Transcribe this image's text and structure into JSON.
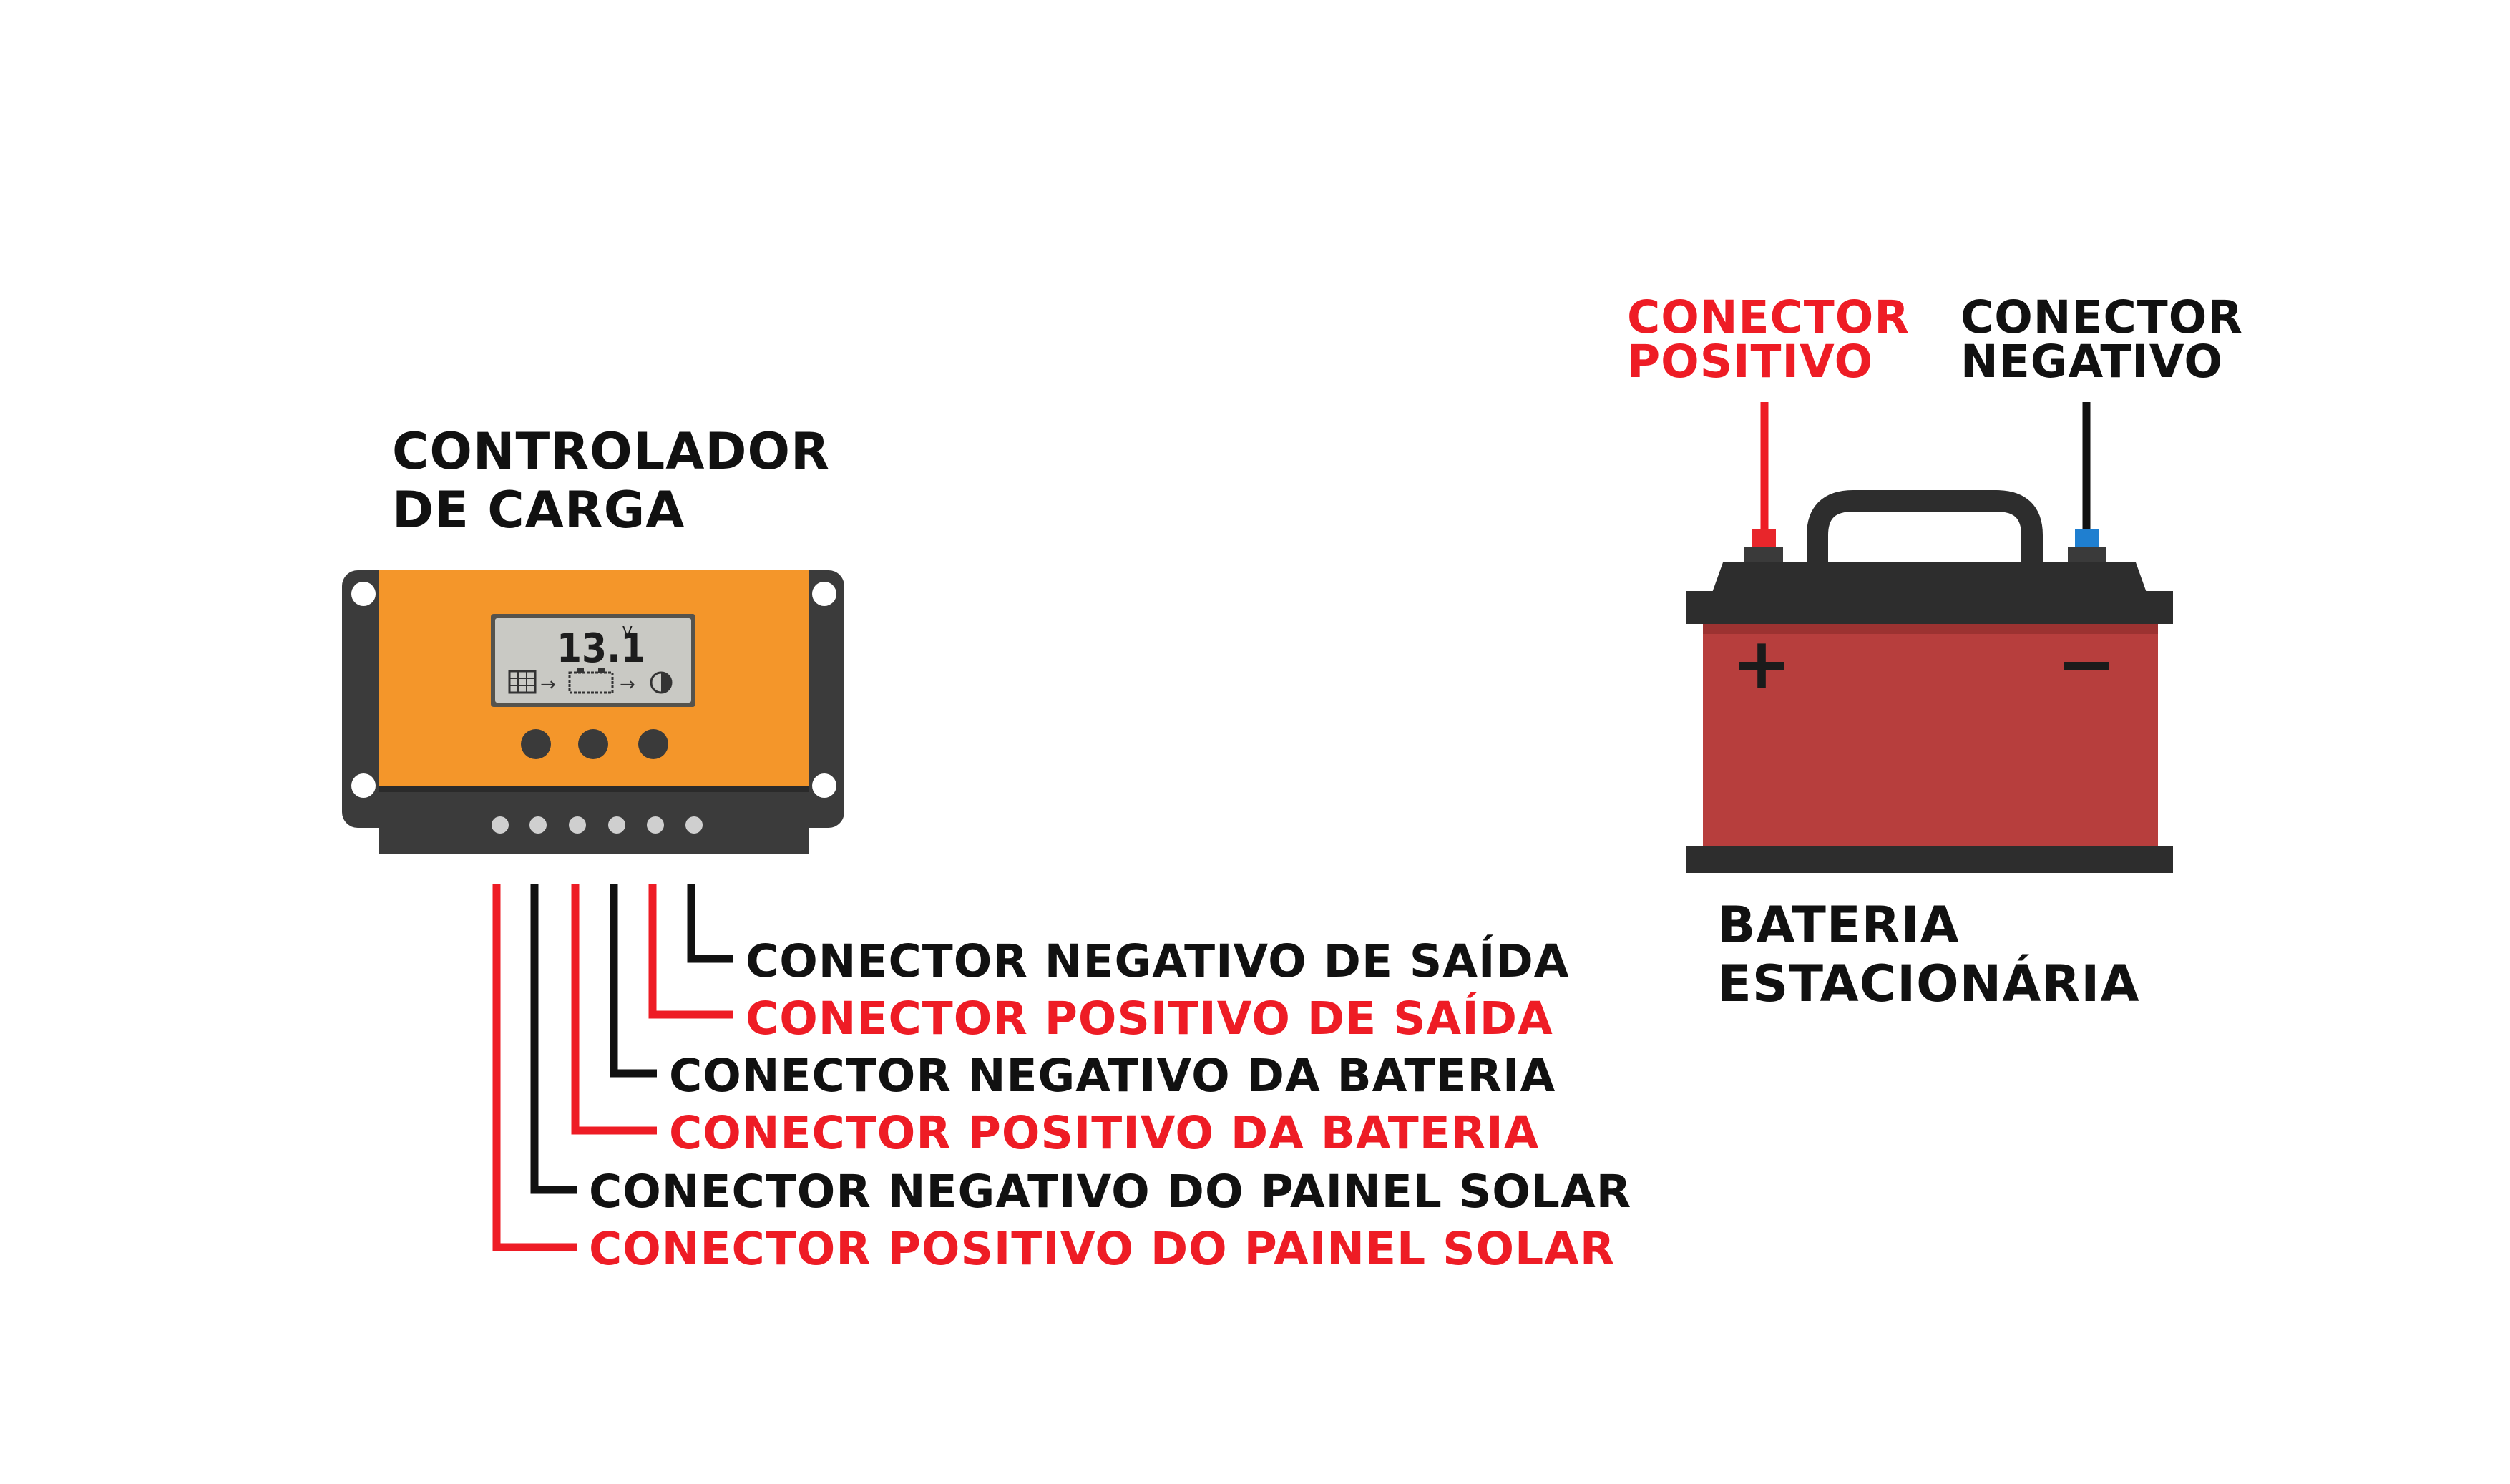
{
  "controller": {
    "title_line1": "CONTROLADOR",
    "title_line2": "DE CARGA",
    "display_value": "13.1",
    "display_unit": "V"
  },
  "connectors": [
    {
      "label": "CONECTOR NEGATIVO DE SAÍDA",
      "polarity": "negative"
    },
    {
      "label": "CONECTOR POSITIVO DE SAÍDA",
      "polarity": "positive"
    },
    {
      "label": "CONECTOR NEGATIVO DA BATERIA",
      "polarity": "negative"
    },
    {
      "label": "CONECTOR POSITIVO DA BATERIA",
      "polarity": "positive"
    },
    {
      "label": "CONECTOR NEGATIVO DO PAINEL SOLAR",
      "polarity": "negative"
    },
    {
      "label": "CONECTOR POSITIVO DO PAINEL SOLAR",
      "polarity": "positive"
    }
  ],
  "battery": {
    "title_line1": "BATERIA",
    "title_line2": "ESTACIONÁRIA",
    "positive_line1": "CONECTOR",
    "positive_line2": "POSITIVO",
    "negative_line1": "CONECTOR",
    "negative_line2": "NEGATIVO",
    "plus_symbol": "+",
    "minus_symbol": "−"
  },
  "colors": {
    "positive": "#ee1c25",
    "negative": "#111111",
    "controller_body": "#f4962a",
    "controller_frame": "#3b3b3b",
    "battery_body": "#b73e3d",
    "battery_cap": "#2d2d2d",
    "terminal_positive": "#e8262b",
    "terminal_negative": "#1f7fd0"
  }
}
